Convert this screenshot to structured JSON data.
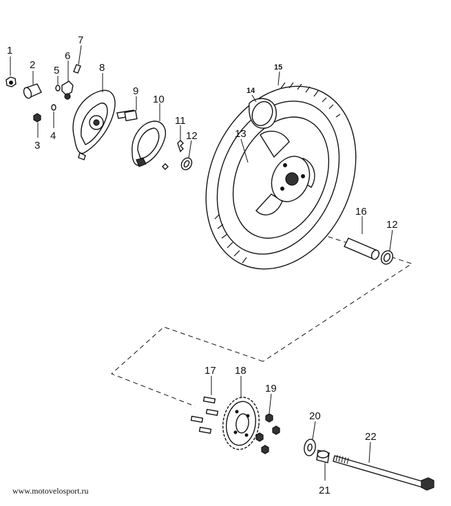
{
  "callouts": {
    "c1": "1",
    "c2": "2",
    "c3": "3",
    "c4": "4",
    "c5": "5",
    "c6": "6",
    "c7": "7",
    "c8": "8",
    "c9": "9",
    "c10": "10",
    "c11": "11",
    "c12a": "12",
    "c12b": "12",
    "c13": "13",
    "c14": "14",
    "c15": "15",
    "c16": "16",
    "c17": "17",
    "c18": "18",
    "c19": "19",
    "c20": "20",
    "c21": "21",
    "c22": "22"
  },
  "footer": {
    "website": "www.motovelosport.ru"
  }
}
